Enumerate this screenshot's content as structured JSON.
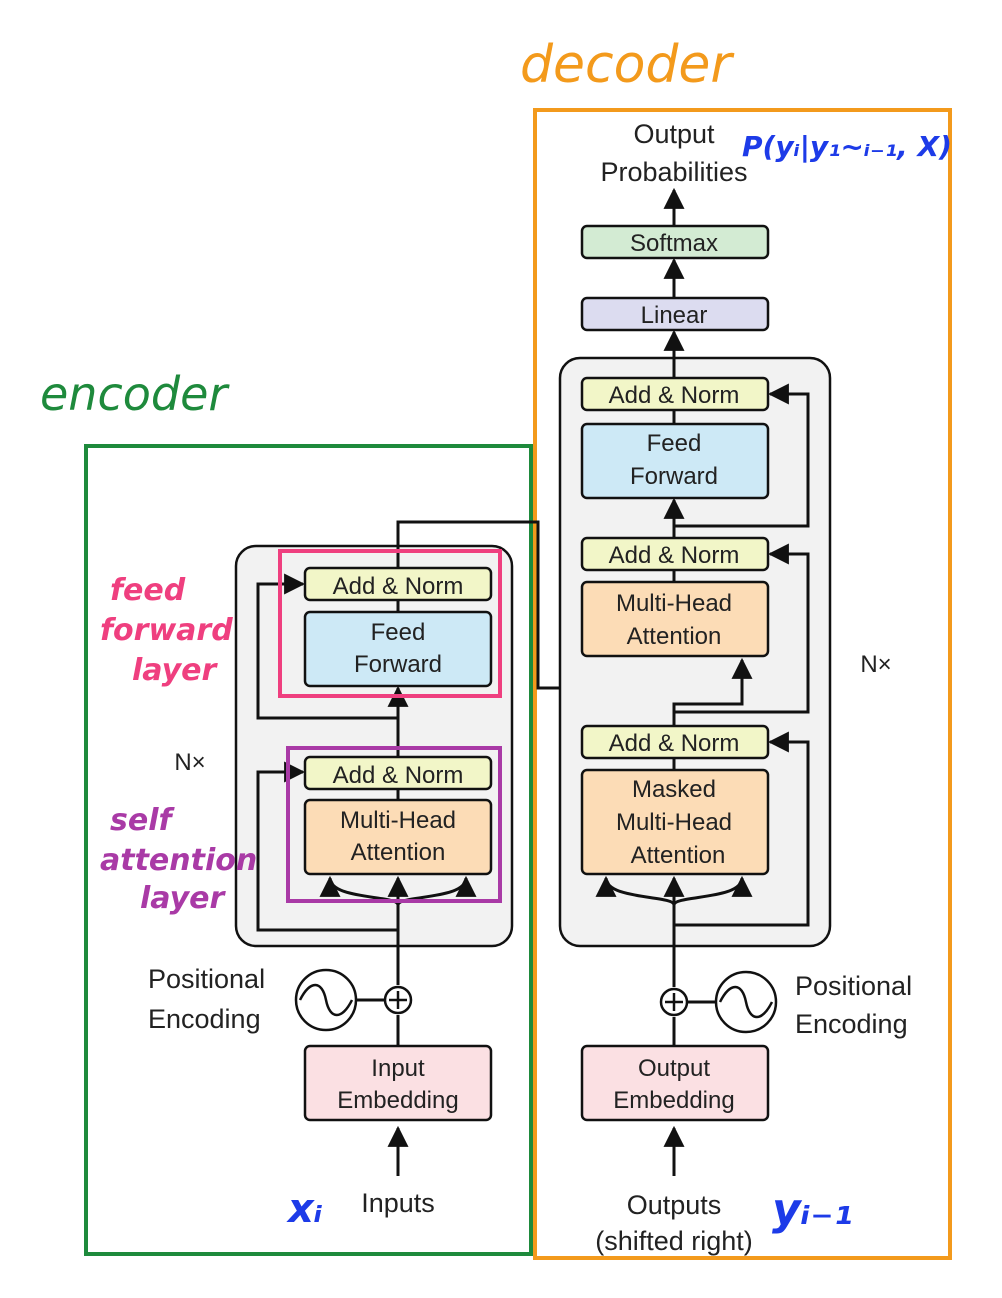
{
  "annotations": {
    "decoder_label": "decoder",
    "encoder_label": "encoder",
    "feed_forward_label": [
      "feed",
      "forward",
      "layer"
    ],
    "self_attention_label": [
      "self",
      "attention",
      "layer"
    ],
    "output_prob_formula": "P(yᵢ|y₁~ᵢ₋₁, X)",
    "encoder_input_symbol": "xᵢ",
    "decoder_input_symbol": "yᵢ₋₁",
    "colors": {
      "decoder": "#f39a1c",
      "encoder": "#1e8a3c",
      "feed_forward": "#ef3f7f",
      "self_attention": "#a93aa6",
      "formula": "#1d3be8"
    }
  },
  "encoder": {
    "add_norm_top": "Add & Norm",
    "feed_forward": [
      "Feed",
      "Forward"
    ],
    "add_norm_bottom": "Add & Norm",
    "multi_head": [
      "Multi-Head",
      "Attention"
    ],
    "nx": "N×",
    "positional_encoding": [
      "Positional",
      "Encoding"
    ],
    "input_embedding": [
      "Input",
      "Embedding"
    ],
    "inputs": "Inputs"
  },
  "decoder": {
    "output_probabilities": [
      "Output",
      "Probabilities"
    ],
    "softmax": "Softmax",
    "linear": "Linear",
    "add_norm_top": "Add & Norm",
    "feed_forward": [
      "Feed",
      "Forward"
    ],
    "add_norm_mid": "Add & Norm",
    "multi_head": [
      "Multi-Head",
      "Attention"
    ],
    "nx": "N×",
    "add_norm_bottom": "Add & Norm",
    "masked_multi_head": [
      "Masked",
      "Multi-Head",
      "Attention"
    ],
    "positional_encoding": [
      "Positional",
      "Encoding"
    ],
    "output_embedding": [
      "Output",
      "Embedding"
    ],
    "outputs": [
      "Outputs",
      "(shifted right)"
    ]
  }
}
